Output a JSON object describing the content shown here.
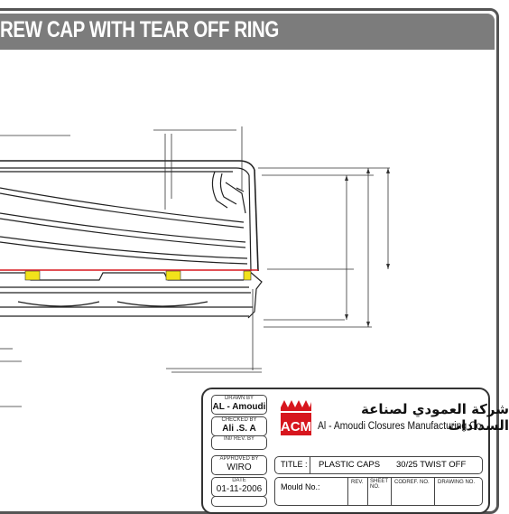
{
  "header": {
    "title": "REW CAP WITH TEAR OFF RING"
  },
  "colors": {
    "title_bar": "#7c7c7c",
    "frame": "#555555",
    "logo_red": "#d7161e",
    "seal_line": "#d9181f",
    "yellow_detail": "#f2e21a"
  },
  "title_block": {
    "drawn_by": {
      "label": "DRAWN BY",
      "value": "AL - Amoudi"
    },
    "checked_by": {
      "label": "CHECKED BY",
      "value": "Ali .S. A"
    },
    "inv_rev_by": {
      "label": "INI/ REV. BY",
      "value": ""
    },
    "approved_by": {
      "label": "APPROVED BY",
      "value": "WIRO"
    },
    "date": {
      "label": "DATE",
      "value": "01-11-2006"
    },
    "company_arabic": "شركة العمودي لصناعة السدادات",
    "company_english": "Al - Amoudi Closures Manufacturing Co.",
    "logo_text": "ACM",
    "title_label": "TITLE :",
    "title_value": "PLASTIC CAPS",
    "title_spec": "30/25 TWIST OFF",
    "mould_label": "Mould No.:",
    "col_rev": "REV.",
    "col_sheet": "SHEET NO.",
    "col_coderef": "CODREF. NO.",
    "col_drawing": "DRAWING NO."
  }
}
